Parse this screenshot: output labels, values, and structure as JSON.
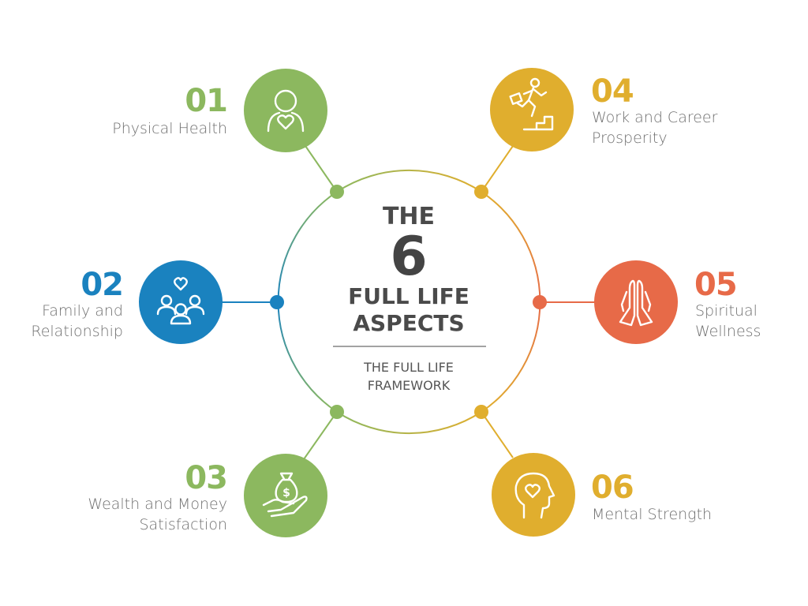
{
  "center": {
    "line1": "THE",
    "number": "6",
    "line2": "FULL LIFE",
    "line3": "ASPECTS",
    "subtitle_line1": "THE FULL LIFE",
    "subtitle_line2": "FRAMEWORK"
  },
  "aspects": [
    {
      "number": "01",
      "label_line1": "Physical Health",
      "label_line2": "",
      "icon": "person-heart-icon",
      "color": "#8cb85f"
    },
    {
      "number": "02",
      "label_line1": "Family and",
      "label_line2": "Relationship",
      "icon": "family-icon",
      "color": "#1a82bf"
    },
    {
      "number": "03",
      "label_line1": "Wealth and Money",
      "label_line2": "Satisfaction",
      "icon": "money-bag-hand-icon",
      "color": "#8cb85f"
    },
    {
      "number": "04",
      "label_line1": "Work and Career",
      "label_line2": "Prosperity",
      "icon": "climbing-stairs-icon",
      "color": "#e0ae2e"
    },
    {
      "number": "05",
      "label_line1": "Spiritual",
      "label_line2": "Wellness",
      "icon": "praying-hands-icon",
      "color": "#e76a48"
    },
    {
      "number": "06",
      "label_line1": "Mental Strength",
      "label_line2": "",
      "icon": "head-heart-icon",
      "color": "#e0ae2e"
    }
  ]
}
